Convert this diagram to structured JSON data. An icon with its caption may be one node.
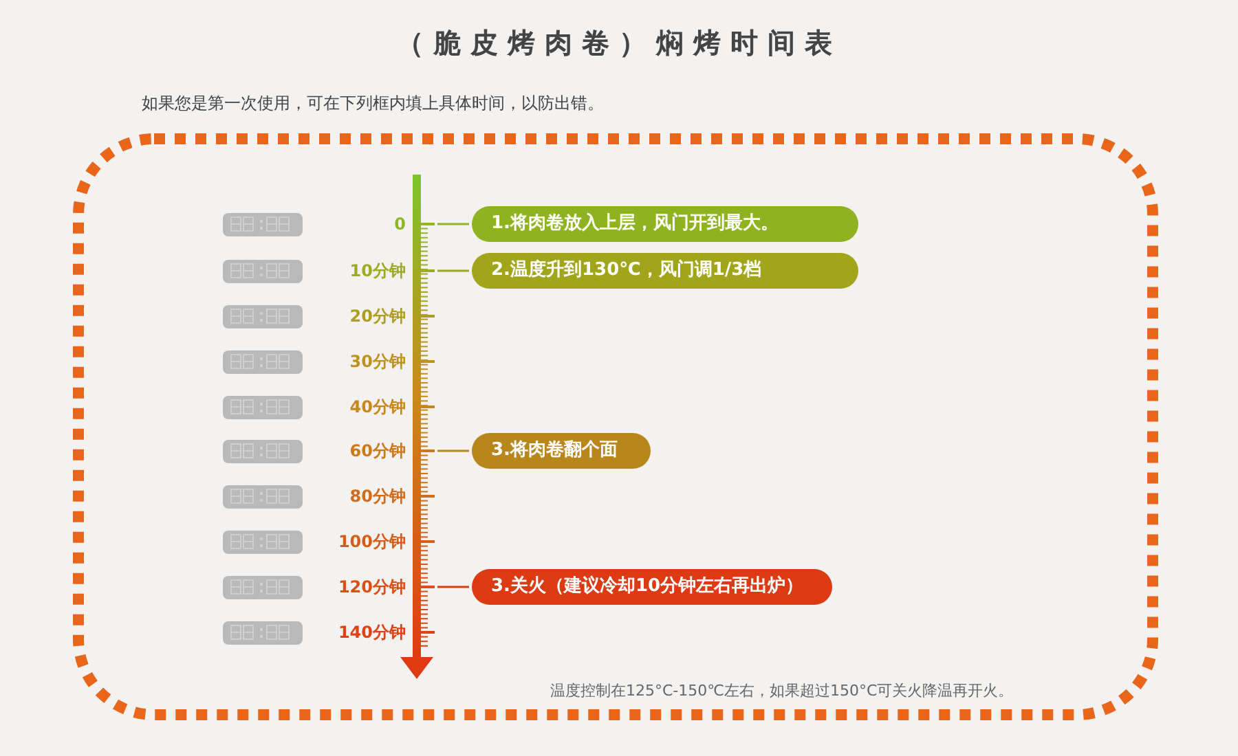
{
  "diagram": {
    "title": "（脆皮烤肉卷）焖烤时间表",
    "nodes": [
      {
        "text": [
          "1.将肉卷放入上层，风门开到最大。"
        ]
      },
      {
        "text": [
          "2.温度升到130℃，风门调1/3档"
        ]
      },
      {
        "text": [
          "3.将肉卷翻个面"
        ]
      },
      {
        "text": [
          "3.关火（建议冷却10分钟左右再出炉）"
        ]
      }
    ],
    "edges": [
      {
        "from": null,
        "to": 0,
        "arrow": "none",
        "color": "#8fb31e"
      },
      {
        "from": null,
        "to": 1,
        "arrow": "none",
        "color": "#a0a519"
      },
      {
        "from": null,
        "to": 2,
        "arrow": "none",
        "color": "#b8861a"
      },
      {
        "from": null,
        "to": 3,
        "arrow": "none",
        "color": "#dc3a12"
      }
    ],
    "labels": [
      "如果您是第一次使用，可在下列框内填上具体时间，以防出错。",
      "0",
      "10分钟",
      "20分钟",
      "30分钟",
      "40分钟",
      "60分钟",
      "80分钟",
      "100分钟",
      "120分钟",
      "140分钟",
      "温度控制在125°C-150℃左右，如果超过150°C可关火降温再开火。"
    ]
  }
}
